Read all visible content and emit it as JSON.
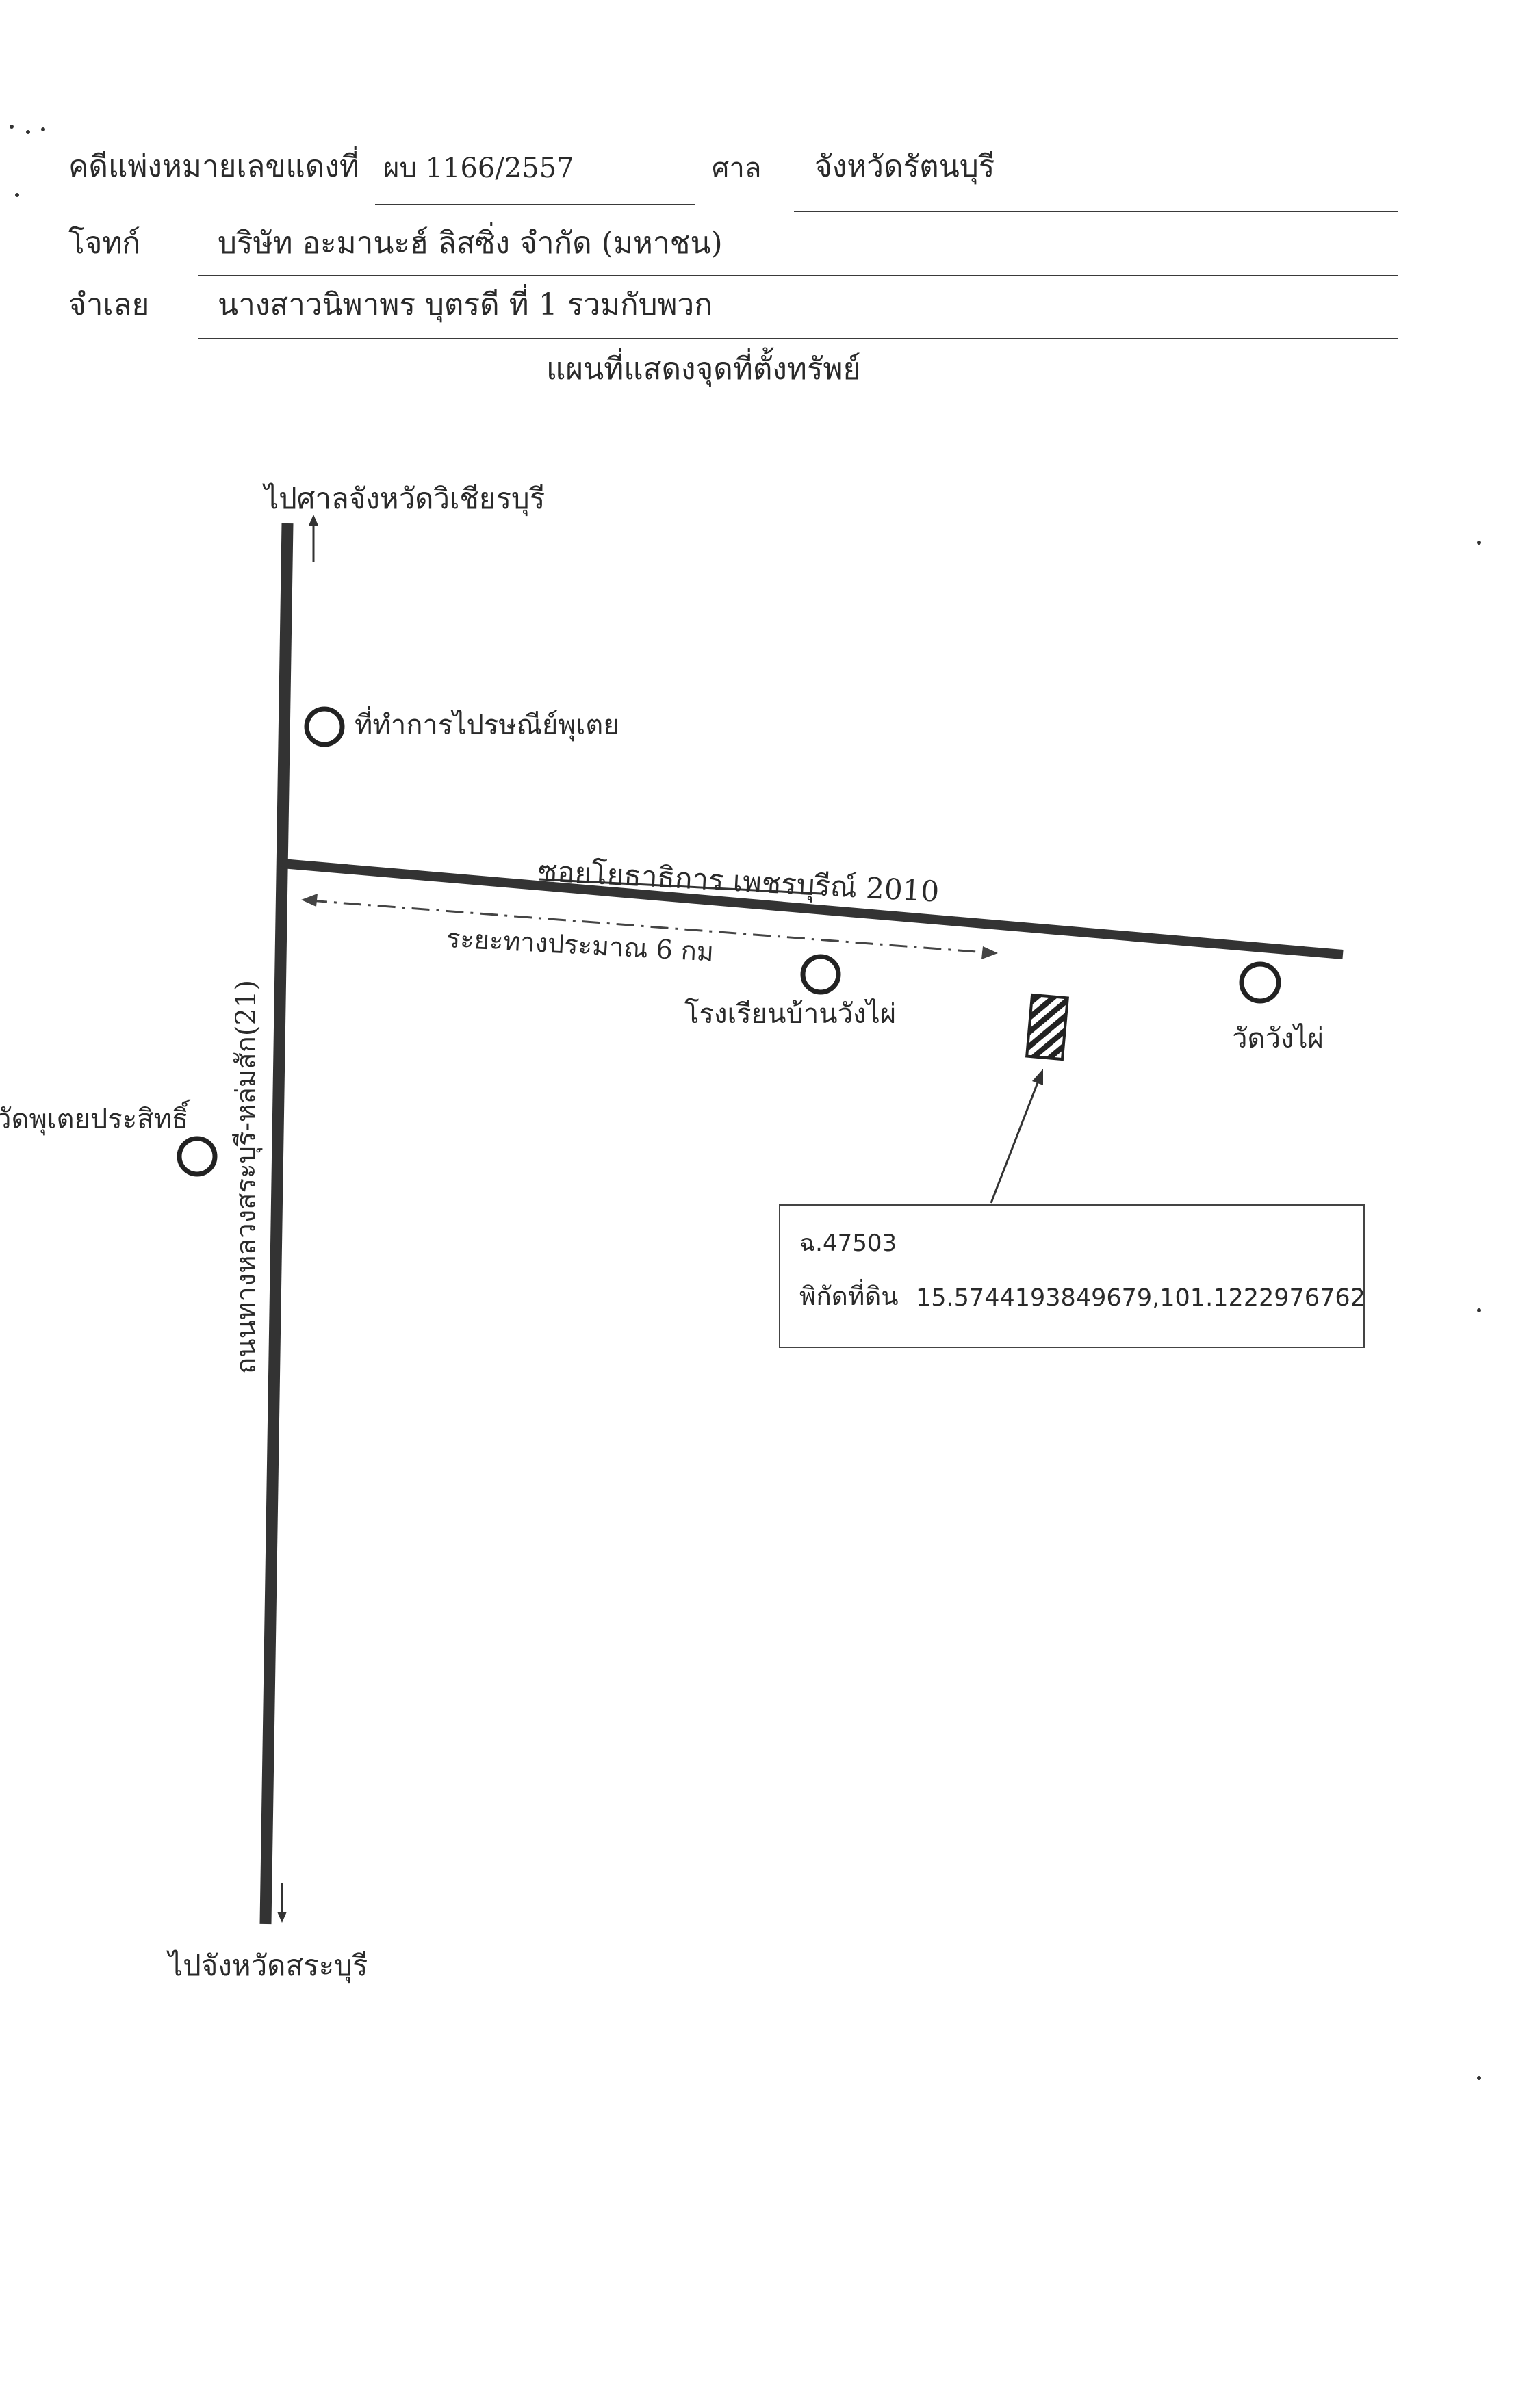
{
  "header": {
    "case_label": "คดีแพ่งหมายเลขแดงที่",
    "case_number": "ผบ 1166/2557",
    "court_label": "ศาล",
    "court_name": "จังหวัดรัตนบุรี",
    "plaintiff_label": "โจทก์",
    "plaintiff_name": "บริษัท อะมานะฮ์ ลิสซิ่ง จำกัด (มหาชน)",
    "defendant_label": "จำเลย",
    "defendant_name": "นางสาวนิพาพร บุตรดี ที่ 1 รวมกับพวก"
  },
  "map": {
    "title": "แผนที่แสดงจุดที่ตั้งทรัพย์",
    "to_north": "ไปศาลจังหวัดวิเชียรบุรี",
    "to_south": "ไปจังหวัดสระบุรี",
    "main_road": "ถนนทางหลวงสระบุรี-หล่มสัก(21)",
    "side_road": "ซอยโยธาธิการ เพชรบุรีณ์ 2010",
    "distance": "ระยะทางประมาณ 6 กม",
    "landmarks": {
      "post_office": "ที่ทำการไปรษณีย์พุเตย",
      "school": "โรงเรียนบ้านวังไผ่",
      "temple_east": "วัดวังไผ่",
      "temple_west": "วัดพุเตยประสิทธิ์"
    },
    "property": {
      "deed": "ฉ.47503",
      "coord_label": "พิกัดที่ดิน",
      "coordinates": "15.5744193849679,101.1222976762"
    }
  },
  "colors": {
    "ink": "#2a2a2a",
    "road": "#333333"
  }
}
